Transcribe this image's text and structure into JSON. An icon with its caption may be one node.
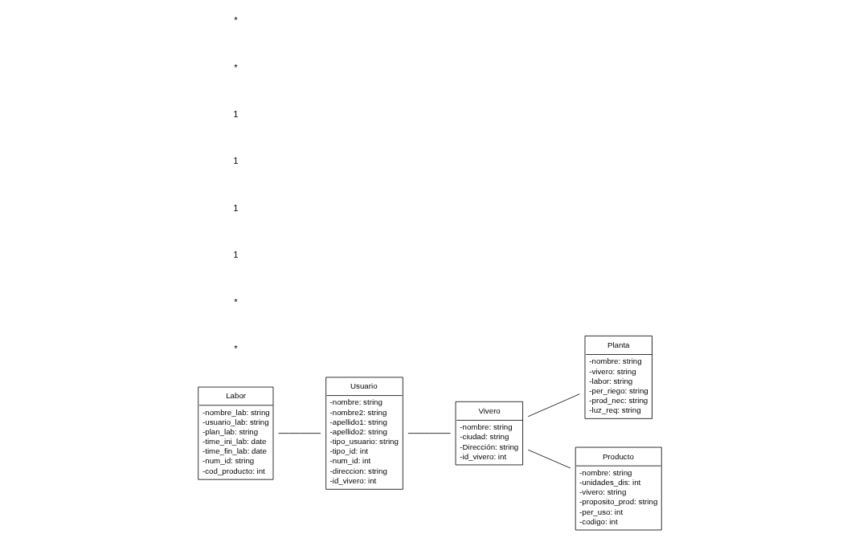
{
  "diagram": {
    "nodes": [
      {
        "text": [
          "Labor",
          "-nombre_lab: string",
          "-usuario_lab: string",
          "-plan_lab: string",
          "-time_ini_lab: date",
          "-time_fin_lab: date",
          "-num_id: string",
          "-cod_producto: int"
        ]
      },
      {
        "text": [
          "Usuario",
          "-nombre: string",
          "-nombre2: string",
          "-apellido1: string",
          "-apellido2: string",
          "-tipo_usuario: string",
          "-tipo_id: int",
          "-num_id: int",
          "-direccion: string",
          "-id_vivero: int"
        ]
      },
      {
        "text": [
          "Vivero",
          "-nombre: string",
          "-ciudad: string",
          "-Dirección: string",
          "-id_vivero: int"
        ]
      },
      {
        "text": [
          "Planta",
          "-nombre: string",
          "-vivero: string",
          "-labor: string",
          "-per_riego: string",
          "-prod_nec: string",
          "-luz_req: string"
        ]
      },
      {
        "text": [
          "Producto",
          "-nombre: string",
          "-unidades_dis: int",
          "-vivero: string",
          "-proposito_prod: string",
          "-per_uso: int",
          "-codigo: int"
        ]
      }
    ],
    "edges": [
      {
        "from": 0,
        "to": 1,
        "arrow": "none"
      },
      {
        "from": 1,
        "to": 2,
        "arrow": "none"
      },
      {
        "from": 2,
        "to": 3,
        "arrow": "none"
      },
      {
        "from": 2,
        "to": 4,
        "arrow": "none"
      }
    ],
    "labels": [
      "*",
      "*",
      "1",
      "1",
      "1",
      "1",
      "*",
      "*"
    ]
  }
}
